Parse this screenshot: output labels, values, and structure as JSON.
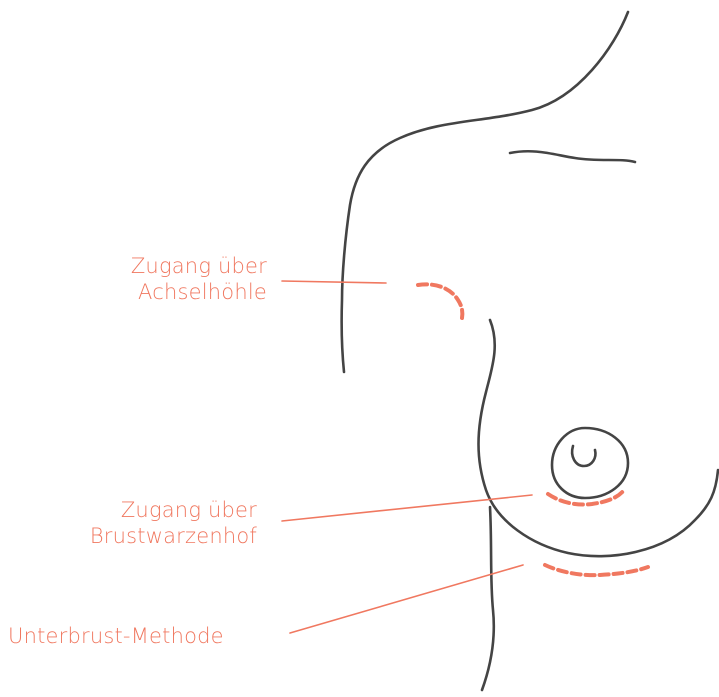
{
  "colors": {
    "outline": "#444444",
    "accent": "#f07860"
  },
  "labels": {
    "armpit": {
      "line1": "Zugang über",
      "line2": "Achselhöhle"
    },
    "areola": {
      "line1": "Zugang über",
      "line2": "Brustwarzenhof"
    },
    "inframammary": {
      "text": "Unterbrust-Methode"
    }
  }
}
